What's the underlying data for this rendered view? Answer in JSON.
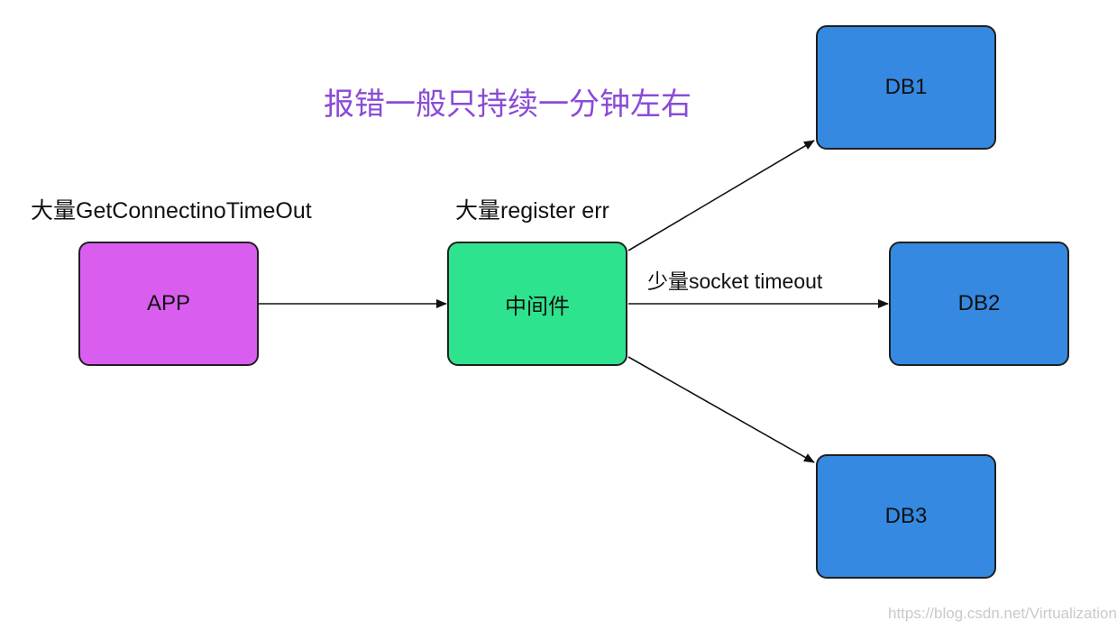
{
  "diagram": {
    "title": "报错一般只持续一分钟左右",
    "title_color": "#8a4bd6",
    "nodes": {
      "app": {
        "label": "APP",
        "color": "#d95ef0"
      },
      "middleware": {
        "label": "中间件",
        "color": "#2ee38d"
      },
      "db1": {
        "label": "DB1",
        "color": "#3589e0"
      },
      "db2": {
        "label": "DB2",
        "color": "#3589e0"
      },
      "db3": {
        "label": "DB3",
        "color": "#3589e0"
      }
    },
    "annotations": {
      "app_error": "大量GetConnectinoTimeOut",
      "middleware_error": "大量register err",
      "db2_edge": "少量socket timeout"
    },
    "edges": [
      {
        "from": "APP",
        "to": "中间件"
      },
      {
        "from": "中间件",
        "to": "DB1"
      },
      {
        "from": "中间件",
        "to": "DB2"
      },
      {
        "from": "中间件",
        "to": "DB3"
      }
    ]
  },
  "watermark": "https://blog.csdn.net/Virtualization_"
}
